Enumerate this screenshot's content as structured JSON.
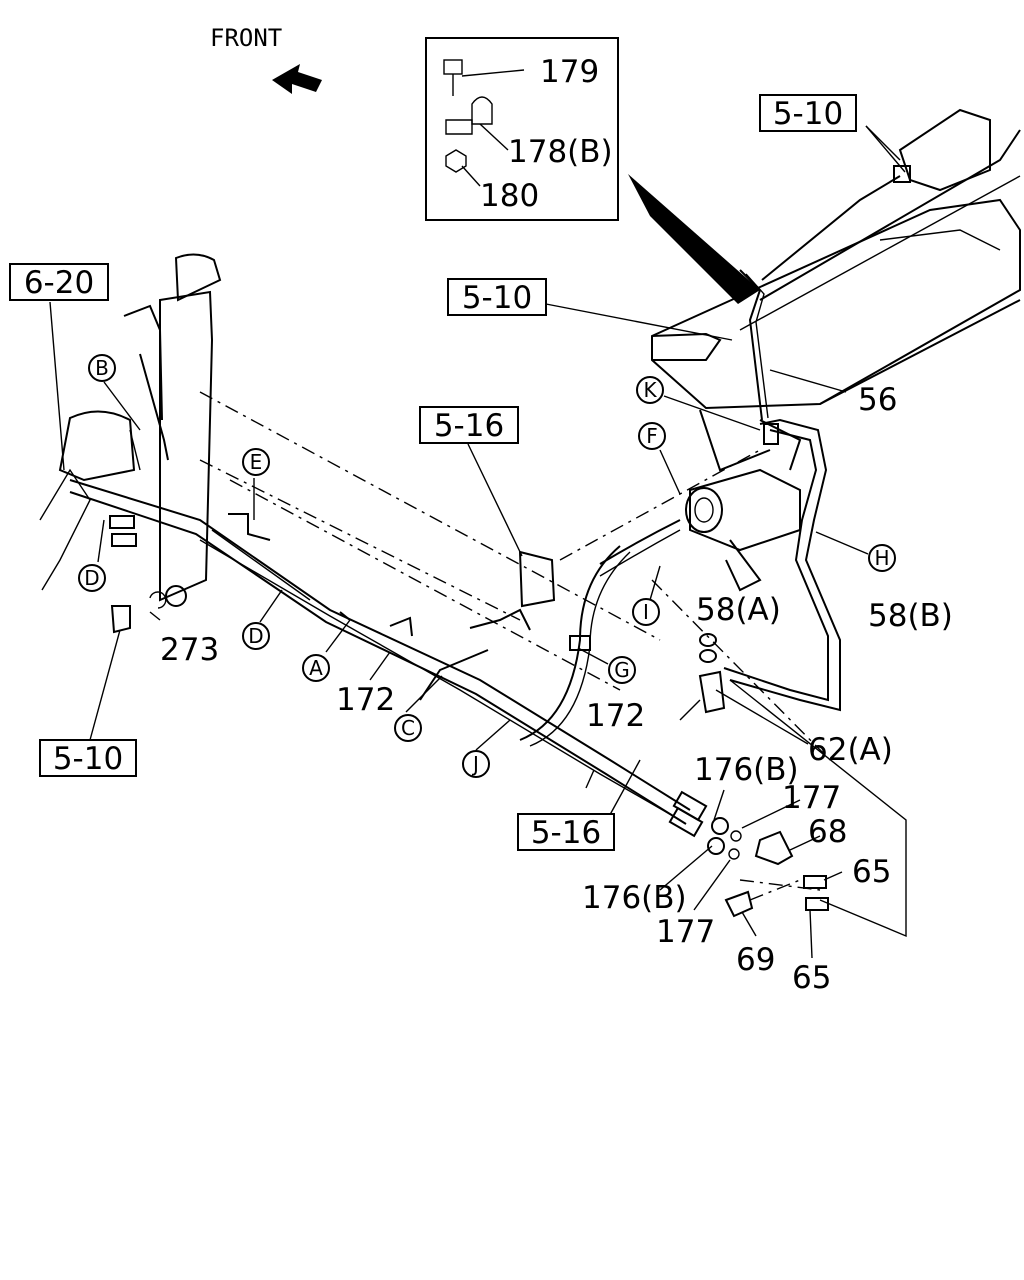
{
  "header": {
    "front_label": "FRONT"
  },
  "inset": {
    "part_179": "179",
    "part_178b": "178(B)",
    "part_180": "180"
  },
  "refs": {
    "r_5_10_top": "5-10",
    "r_6_20": "6-20",
    "r_5_10_mid": "5-10",
    "r_5_16_top": "5-16",
    "r_5_10_bottom": "5-10",
    "r_5_16_bottom": "5-16"
  },
  "circled": {
    "B": "B",
    "D1": "D",
    "E": "E",
    "D2": "D",
    "A": "A",
    "C": "C",
    "J": "J",
    "G": "G",
    "I": "I",
    "F": "F",
    "K": "K",
    "H": "H"
  },
  "parts": {
    "p56": "56",
    "p273": "273",
    "p172a": "172",
    "p172b": "172",
    "p58a": "58(A)",
    "p58b": "58(B)",
    "p62a": "62(A)",
    "p176b_top": "176(B)",
    "p177_top": "177",
    "p68": "68",
    "p65_top": "65",
    "p176b_bottom": "176(B)",
    "p177_bottom": "177",
    "p69": "69",
    "p65_bottom": "65"
  }
}
